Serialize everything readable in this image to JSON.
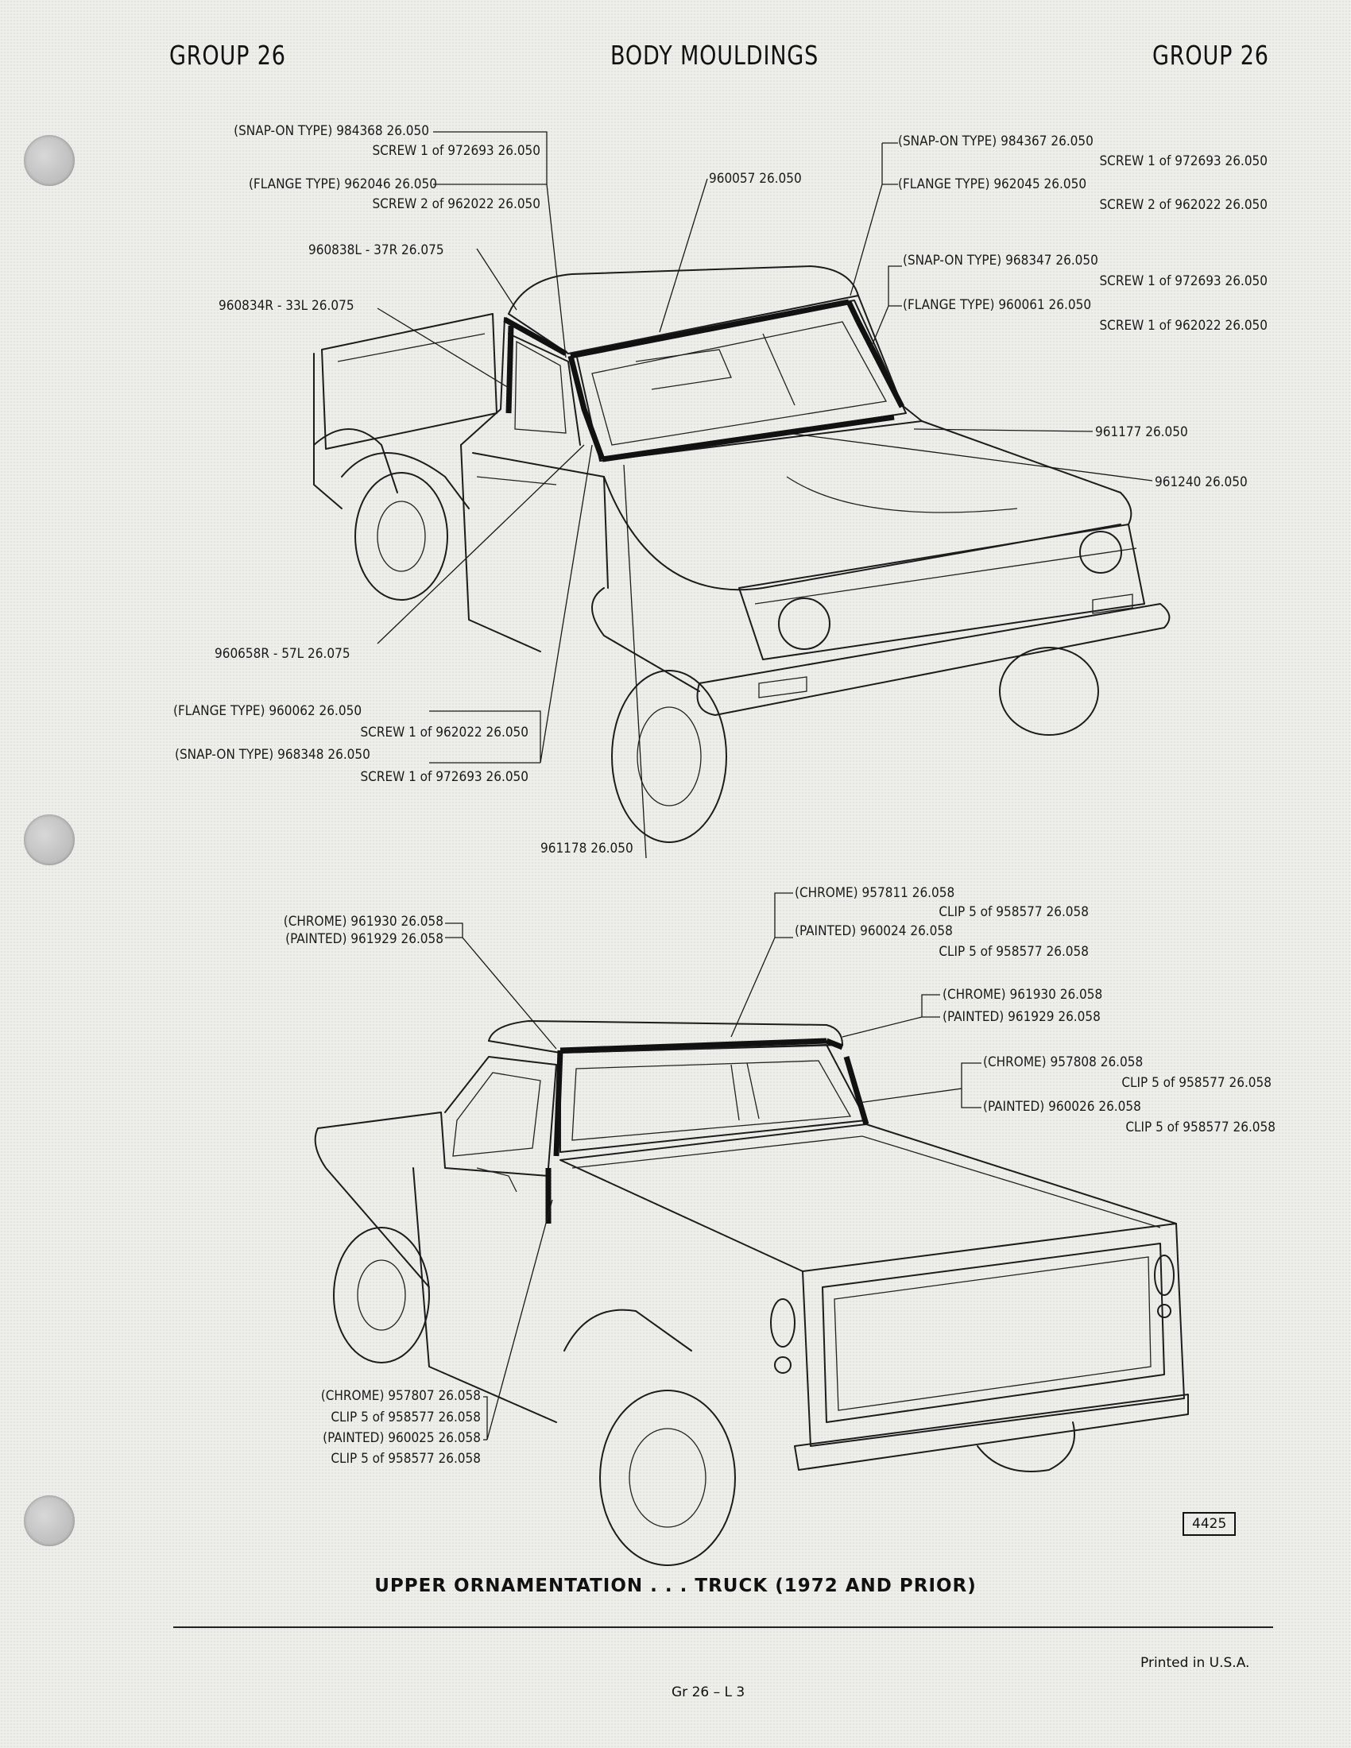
{
  "header": {
    "left": "GROUP 26",
    "center": "BODY MOULDINGS",
    "right": "GROUP 26"
  },
  "top_labels": {
    "a1": "(SNAP-ON TYPE) 984368  26.050",
    "a2": "SCREW  1 of  972693  26.050",
    "a3": "(FLANGE TYPE) 962046  26.050",
    "a4": "SCREW  2 of  962022  26.050",
    "b": "960057  26.050",
    "c1": "(SNAP-ON TYPE) 984367  26.050",
    "c2": "SCREW  1 of  972693  26.050",
    "c3": "(FLANGE TYPE) 962045  26.050",
    "c4": "SCREW  2 of  962022  26.050",
    "d": "960838L - 37R  26.075",
    "e": "960834R - 33L  26.075",
    "f1": "(SNAP-ON TYPE) 968347  26.050",
    "f2": "SCREW  1 of  972693  26.050",
    "f3": "(FLANGE TYPE) 960061  26.050",
    "f4": "SCREW  1 of  962022  26.050",
    "g": "961177  26.050",
    "h": "961240  26.050",
    "i": "960658R - 57L   26.075",
    "j1": "(FLANGE TYPE) 960062  26.050",
    "j2": "SCREW  1 of  962022  26.050",
    "j3": "(SNAP-ON TYPE) 968348  26.050",
    "j4": "SCREW  1 of  972693  26.050",
    "k": "961178  26.050"
  },
  "bottom_labels": {
    "a1": "(CHROME) 961930  26.058",
    "a2": "(PAINTED) 961929  26.058",
    "b1": "(CHROME) 957811  26.058",
    "b2": "CLIP  5 of  958577  26.058",
    "b3": "(PAINTED) 960024  26.058",
    "b4": "CLIP  5 of  958577  26.058",
    "c1": "(CHROME) 961930  26.058",
    "c2": "(PAINTED) 961929  26.058",
    "d1": "(CHROME) 957808  26.058",
    "d2": "CLIP  5 of  958577  26.058",
    "d3": "(PAINTED) 960026  26.058",
    "d4": "CLIP  5 of  958577  26.058",
    "e1": "(CHROME) 957807  26.058",
    "e2": "CLIP  5 of  958577  26.058",
    "e3": "(PAINTED) 960025  26.058",
    "e4": "CLIP  5 of  958577  26.058"
  },
  "figure_number": "4425",
  "caption": "UPPER  ORNAMENTATION . . .  TRUCK (1972 AND PRIOR)",
  "footer": {
    "printed": "Printed  in U.S.A.",
    "page": "Gr  26  –  L  3"
  }
}
